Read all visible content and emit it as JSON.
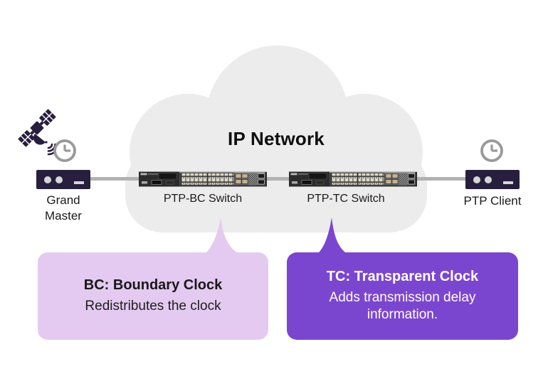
{
  "colors": {
    "cloud": "#ececec",
    "connection_line": "#b2b2b2",
    "device": "#281f3f",
    "clock_icon": "#999999",
    "bc_callout_bg": "#e4caf0",
    "tc_callout_bg": "#7b46cf",
    "bc_callout_text": "#1a1a1a",
    "tc_callout_text": "#ffffff",
    "label_text": "#1a1a1a"
  },
  "cloud": {
    "label": "IP Network"
  },
  "nodes": {
    "grand_master": {
      "label": "Grand Master",
      "icons": [
        "gps-satellite-icon",
        "clock-icon"
      ]
    },
    "bc_switch": {
      "label": "PTP-BC Switch"
    },
    "tc_switch": {
      "label": "PTP-TC Switch"
    },
    "ptp_client": {
      "label": "PTP Client",
      "icons": [
        "clock-icon"
      ]
    }
  },
  "callouts": {
    "bc": {
      "title": "BC: Boundary Clock",
      "body": "Redistributes the clock",
      "points_to": "PTP-BC Switch"
    },
    "tc": {
      "title": "TC: Transparent Clock",
      "body": "Adds transmission delay information.",
      "points_to": "PTP-TC Switch"
    }
  }
}
